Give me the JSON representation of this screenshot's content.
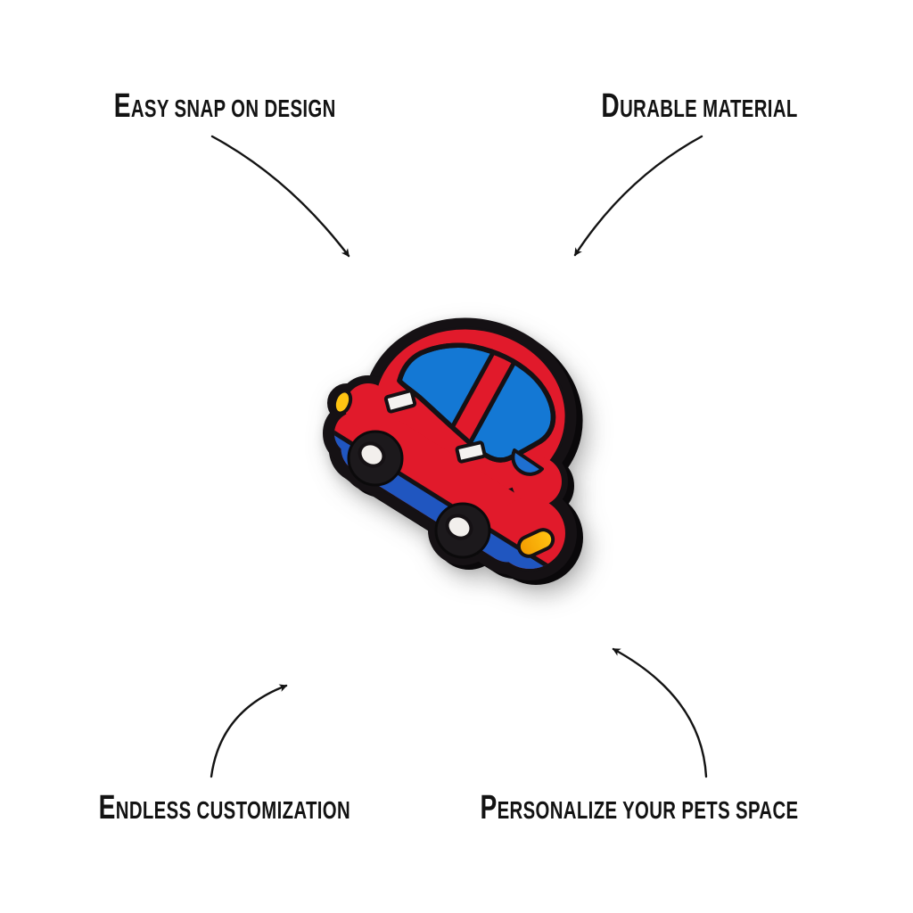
{
  "annotations": {
    "top_left": {
      "label": "Easy snap on design"
    },
    "top_right": {
      "label": "Durable material"
    },
    "bottom_left": {
      "label": "Endless customization"
    },
    "bottom_right": {
      "label": "Personalize your pets space"
    }
  },
  "product": {
    "icon": "toy-car-charm",
    "colors": {
      "body_red": "#e11a2b",
      "window_blue": "#1478d4",
      "band_blue": "#2056c0",
      "accent_blue": "#1e6fd0",
      "light_yellow": "#ffc412",
      "light_orange": "#f29a00",
      "outline_black": "#151114",
      "hub_white": "#f2efec",
      "detail_white": "#f4f2f0",
      "tire_black": "#1c191c"
    }
  }
}
